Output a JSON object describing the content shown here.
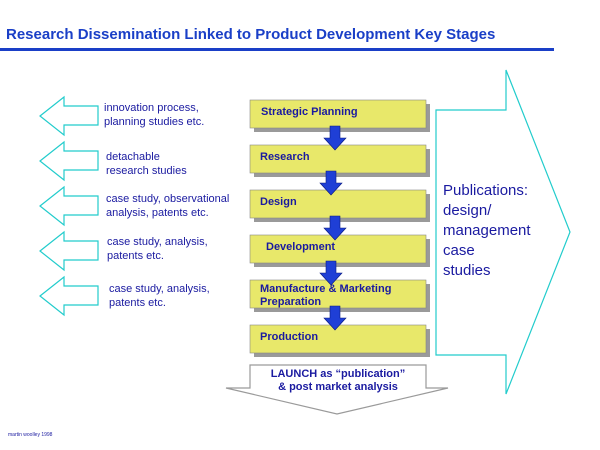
{
  "title": "Research Dissemination Linked to Product Development Key Stages",
  "stages": [
    {
      "label": "Strategic Planning",
      "side": [
        "innovation process,",
        "planning  studies etc."
      ]
    },
    {
      "label": "Research",
      "side": [
        "detachable",
        "research studies"
      ]
    },
    {
      "label": "Design",
      "side": [
        "case study, observational",
        "analysis, patents etc."
      ]
    },
    {
      "label": "Development",
      "side": [
        "case study, analysis,",
        "patents etc."
      ]
    },
    {
      "label": "Manufacture & Marketing Preparation",
      "side": [
        "case study, analysis,",
        "patents etc."
      ]
    },
    {
      "label": "Production",
      "side": []
    }
  ],
  "stage_label_lines": {
    "manufacture_line1": "Manufacture & Marketing",
    "manufacture_line2": "Preparation"
  },
  "publications": [
    "Publications:",
    "design/",
    "management",
    "case",
    "studies"
  ],
  "launch": [
    "LAUNCH as “publication”",
    "& post market analysis"
  ],
  "credit": "martin woolley 1998",
  "colors": {
    "title": "#1a3fc7",
    "box_fill": "#e8e86a",
    "box_shadow": "#9a9a9a",
    "arrow_blue": "#1f3fd6",
    "outline_cyan": "#22cccc",
    "text": "#1a1aa0"
  }
}
